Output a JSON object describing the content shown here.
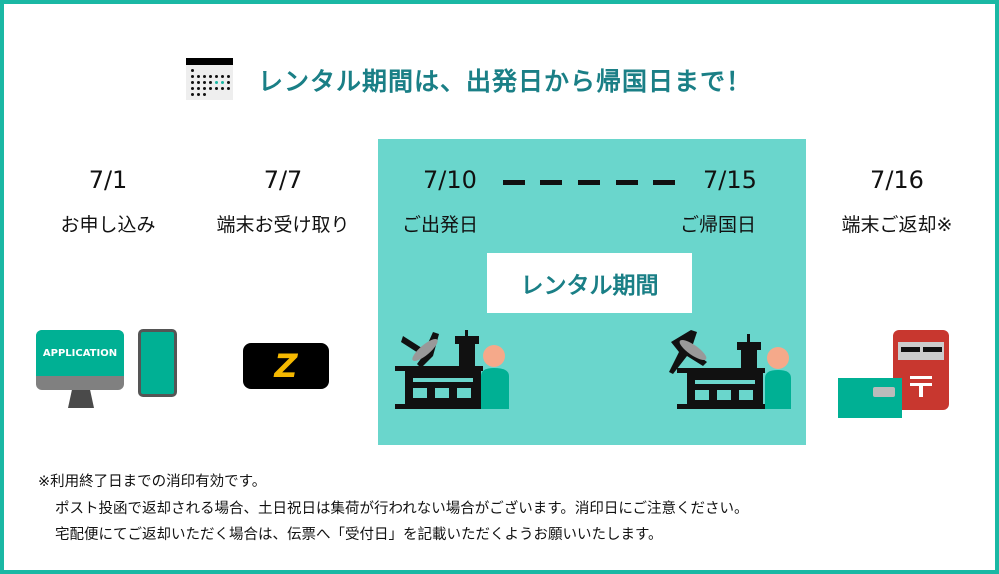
{
  "title": "レンタル期間は、出発日から帰国日まで！",
  "steps": [
    {
      "date": "7/1",
      "label": "お申し込み"
    },
    {
      "date": "7/7",
      "label": "端末お受け取り"
    },
    {
      "date": "7/10",
      "label": "ご出発日"
    },
    {
      "date": "7/15",
      "label": "ご帰国日"
    },
    {
      "date": "7/16",
      "label": "端末ご返却※"
    }
  ],
  "rental_badge": "レンタル期間",
  "application_icon_text": "APPLICATION",
  "device_logo": "Z",
  "notes": [
    "※利用終了日までの消印有効です。",
    "ポスト投函で返却される場合、土日祝日は集荷が行われない場合がございます。消印日にご注意ください。",
    "宅配便にてご返却いただく場合は、伝票へ「受付日」を記載いただくようお願いいたします。"
  ],
  "colors": {
    "border": "#1ab8a4",
    "highlight": "#6ad6cc",
    "title": "#1a7f86",
    "postbox": "#c8372f"
  }
}
